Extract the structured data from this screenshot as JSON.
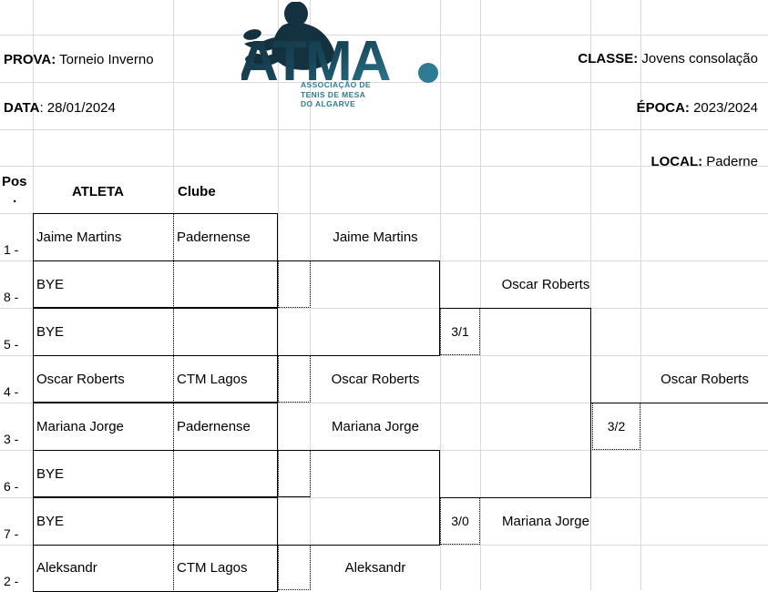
{
  "header": {
    "prova_label": "PROVA:",
    "prova_value": "Torneio Inverno",
    "data_label": "DATA",
    "data_sep": ": ",
    "data_value": "28/01/2024",
    "classe_label": "CLASSE:",
    "classe_value": "Jovens consolação",
    "epoca_label": "ÉPOCA:",
    "epoca_value": "2023/2024",
    "local_label": "LOCAL:",
    "local_value": "Paderne"
  },
  "logo": {
    "wordmark": "ATMA.",
    "line1": "ASSOCIAÇÃO DE",
    "line2": "TENIS DE MESA",
    "line3": "DO ALGARVE",
    "color_dark": "#13303f",
    "color_teal": "#2e7b92"
  },
  "columns": {
    "pos": "Pos",
    "pos_dot": ".",
    "atleta": "ATLETA",
    "clube": "Clube"
  },
  "round1": [
    {
      "pos": "1 -",
      "name": "Jaime Martins",
      "club": "Padernense"
    },
    {
      "pos": "8 -",
      "name": "BYE",
      "club": ""
    },
    {
      "pos": "5 -",
      "name": "BYE",
      "club": ""
    },
    {
      "pos": "4 -",
      "name": "Oscar Roberts",
      "club": "CTM Lagos"
    },
    {
      "pos": "3 -",
      "name": "Mariana Jorge",
      "club": "Padernense"
    },
    {
      "pos": "6 -",
      "name": "BYE",
      "club": ""
    },
    {
      "pos": "7 -",
      "name": "BYE",
      "club": ""
    },
    {
      "pos": "2 -",
      "name": "Aleksandr",
      "club": "CTM Lagos"
    }
  ],
  "round2": [
    {
      "name": "Jaime Martins"
    },
    {
      "name": "Oscar Roberts"
    },
    {
      "name": "Mariana Jorge"
    },
    {
      "name": "Aleksandr"
    }
  ],
  "round3": [
    {
      "name": "Oscar Roberts",
      "score": "3/1"
    },
    {
      "name": "Mariana Jorge",
      "score": "3/0"
    }
  ],
  "final": {
    "name": "Oscar Roberts",
    "score": "3/2"
  }
}
